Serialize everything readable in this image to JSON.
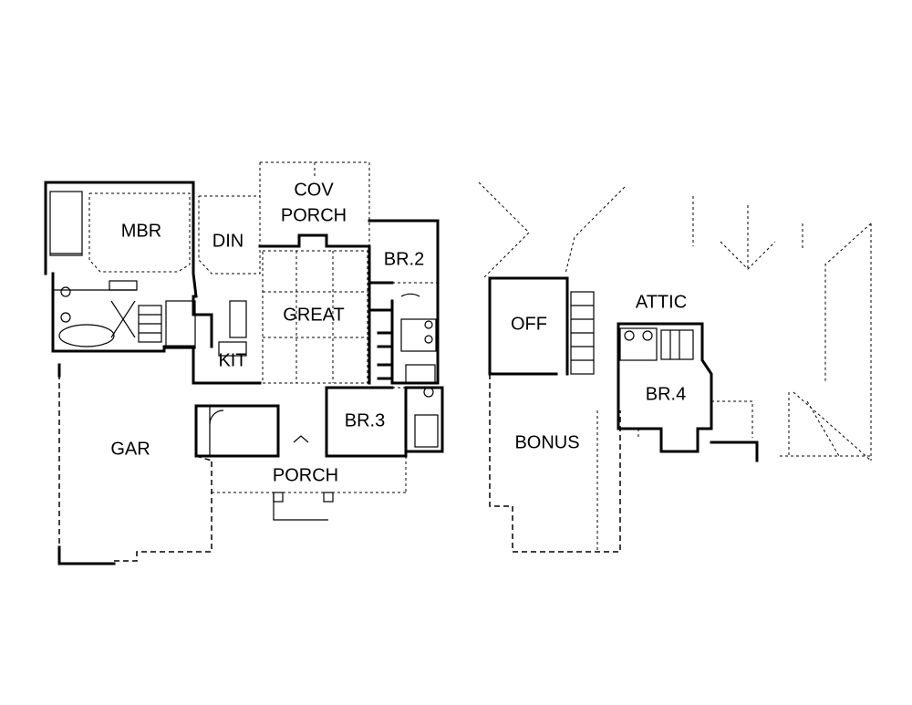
{
  "plans": {
    "main_floor": {
      "rooms": [
        {
          "key": "mbr",
          "label": "MBR"
        },
        {
          "key": "din",
          "label": "DIN"
        },
        {
          "key": "cov_porch_1",
          "label": "COV"
        },
        {
          "key": "cov_porch_2",
          "label": "PORCH"
        },
        {
          "key": "great",
          "label": "GREAT"
        },
        {
          "key": "br2",
          "label": "BR.2"
        },
        {
          "key": "kit",
          "label": "KIT"
        },
        {
          "key": "br3",
          "label": "BR.3"
        },
        {
          "key": "gar",
          "label": "GAR"
        },
        {
          "key": "porch",
          "label": "PORCH"
        }
      ]
    },
    "upper_floor": {
      "rooms": [
        {
          "key": "off",
          "label": "OFF"
        },
        {
          "key": "attic",
          "label": "ATTIC"
        },
        {
          "key": "br4",
          "label": "BR.4"
        },
        {
          "key": "bonus",
          "label": "BONUS"
        }
      ]
    }
  },
  "colors": {
    "line": "#000000",
    "background": "#ffffff"
  }
}
